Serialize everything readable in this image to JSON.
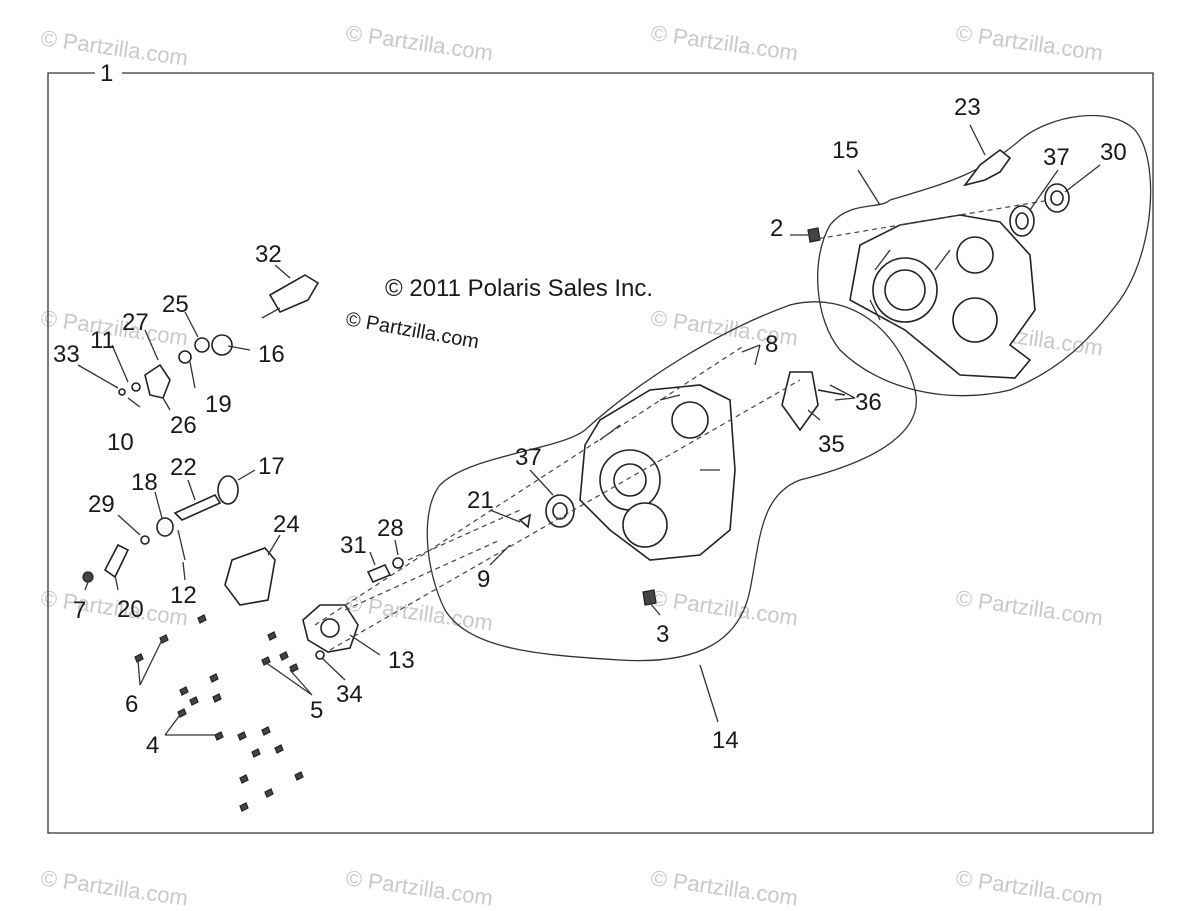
{
  "watermark": "© Partzilla.com",
  "copyright": "© 2011 Polaris Sales Inc.",
  "partzilla_mark": "© Partzilla.com",
  "callouts": {
    "c1": "1",
    "c2": "2",
    "c3": "3",
    "c4": "4",
    "c5": "5",
    "c6": "6",
    "c7": "7",
    "c8": "8",
    "c9": "9",
    "c10": "10",
    "c11": "11",
    "c12": "12",
    "c13": "13",
    "c14": "14",
    "c15": "15",
    "c16": "16",
    "c17": "17",
    "c18": "18",
    "c19": "19",
    "c20": "20",
    "c21": "21",
    "c22": "22",
    "c23": "23",
    "c24": "24",
    "c25": "25",
    "c26": "26",
    "c27": "27",
    "c28": "28",
    "c29": "29",
    "c30": "30",
    "c31": "31",
    "c32": "32",
    "c33": "33",
    "c34": "34",
    "c35": "35",
    "c36": "36",
    "c37a": "37",
    "c37b": "37"
  }
}
